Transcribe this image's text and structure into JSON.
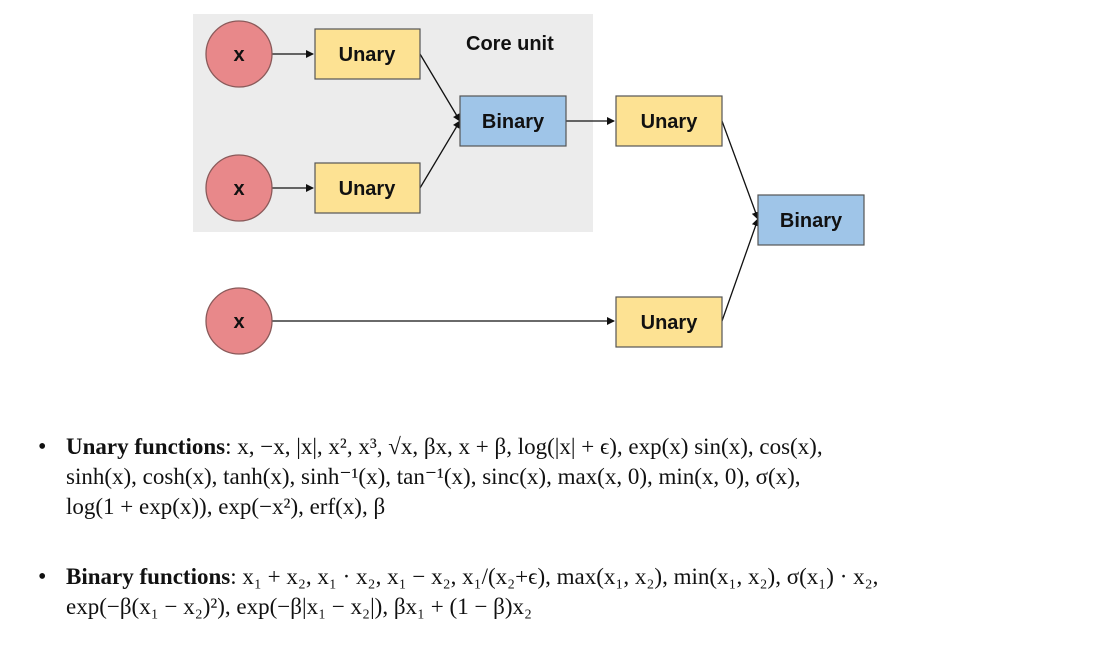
{
  "diagram": {
    "core_unit_label": "Core unit",
    "input_label": "x",
    "unary_label": "Unary",
    "binary_label": "Binary"
  },
  "functions": {
    "unary": {
      "bullet": "•",
      "title": "Unary functions",
      "separator": ":",
      "lines": [
        " x, −x, |x|, x², x³, √x, βx, x + β, log(|x| + ϵ), exp(x) sin(x), cos(x),",
        "sinh(x), cosh(x), tanh(x), sinh⁻¹(x), tan⁻¹(x), sinc(x), max(x, 0), min(x, 0), σ(x),",
        "log(1 + exp(x)), exp(−x²), erf(x), β"
      ]
    },
    "binary": {
      "bullet": "•",
      "title": "Binary functions",
      "separator": ":",
      "lines": [
        " x₁ + x₂, x₁ · x₂, x₁ − x₂, x₁/(x₂+ϵ), max(x₁, x₂), min(x₁, x₂), σ(x₁) · x₂,",
        "exp(−β(x₁ − x₂)²), exp(−β|x₁ − x₂|), βx₁ + (1 − β)x₂"
      ]
    }
  },
  "colors": {
    "input_fill": "#e8888a",
    "unary_fill": "#fde293",
    "binary_fill": "#9fc5e8",
    "core_bg": "#ececec"
  }
}
